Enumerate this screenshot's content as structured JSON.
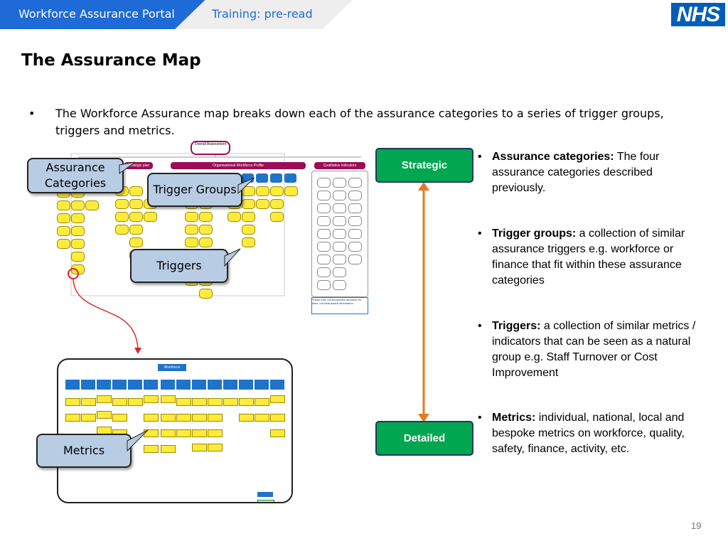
{
  "header": {
    "portal_tab": "Workforce Assurance Portal",
    "preread_tab": "Training: pre-read",
    "logo": "NHS"
  },
  "title": "The Assurance Map",
  "intro": {
    "bullet": "•",
    "text": "The Workforce Assurance map breaks down each of the assurance categories to a series of trigger groups, triggers and metrics."
  },
  "map": {
    "top_label": "Overall Assessment",
    "headers": [
      "Strategic plan",
      "Organisational Workforce Profile",
      "Qualitative indicators"
    ],
    "note": "These form recommended structure for sites, not data based information"
  },
  "callouts": {
    "categories": "Assurance Categories",
    "groups": "Trigger Groups",
    "triggers": "Triggers",
    "metrics": "Metrics"
  },
  "detail": {
    "title": "Workforce"
  },
  "levels": {
    "top": "Strategic",
    "bottom": "Detailed"
  },
  "items": [
    {
      "bold": "Assurance categories:",
      "text": " The four assurance categories described previously."
    },
    {
      "bold": "Trigger groups:",
      "text": " a collection of similar assurance triggers e.g. workforce or finance that fit within these assurance categories"
    },
    {
      "bold": "Triggers:",
      "text": " a collection of similar metrics / indicators that can be seen as a natural group e.g. Staff Turnover or Cost Improvement"
    },
    {
      "bold": "Metrics:",
      "text": " individual, national, local and bespoke metrics on workforce, quality, safety, finance, activity, etc."
    }
  ],
  "page_number": "19",
  "colors": {
    "nhs_blue": "#005eb8",
    "tab_blue": "#1e6ad6",
    "category_bar": "#9b0d54",
    "level_green": "#00a650",
    "arrow_orange": "#e07b22",
    "connector_red": "#e02020",
    "callout_fill": "#b8cce4"
  }
}
